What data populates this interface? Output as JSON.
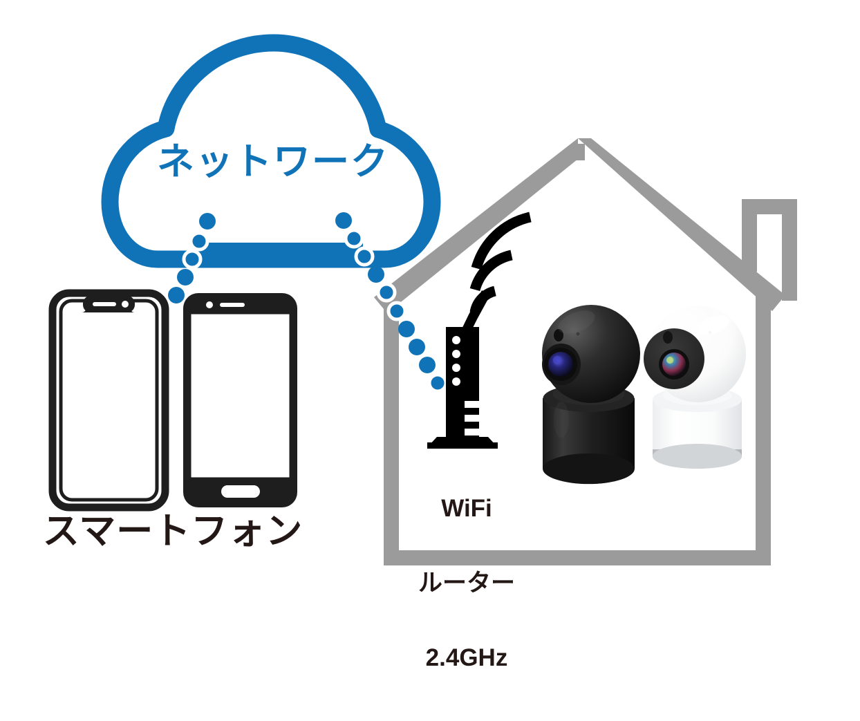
{
  "diagram": {
    "title": "WiFi camera network connection diagram",
    "background_color": "#ffffff"
  },
  "colors": {
    "accent_blue": "#1073b8",
    "house_gray": "#9b9b9b",
    "text_dark": "#231815",
    "device_black": "#1e1e1e"
  },
  "cloud": {
    "label": "ネットワーク",
    "color": "#1073b8",
    "shape": "cloud-outline"
  },
  "house": {
    "name": "house-outline",
    "color": "#9b9b9b",
    "has_chimney": true,
    "has_roof_peak": true
  },
  "router": {
    "label_lines": [
      "WiFi",
      "ルーター",
      "2.4GHz"
    ],
    "line1": "WiFi",
    "line2": "ルーター",
    "line3": "2.4GHz",
    "color": "#231815",
    "icon": "wifi-router-icon",
    "signal_icon": "wifi-signal-icon",
    "led_count": 4,
    "vent_count": 3
  },
  "smartphones": {
    "label": "スマートフォン",
    "color": "#231815",
    "devices": [
      {
        "name": "smartphone-notch",
        "style": "outline",
        "body": "#1e1e1e",
        "screen": "#ffffff",
        "has_notch": true
      },
      {
        "name": "smartphone-bezel",
        "style": "solid",
        "body": "#1e1e1e",
        "screen": "#ffffff",
        "has_home_button": true
      }
    ]
  },
  "cameras": [
    {
      "name": "security-camera-black",
      "color": "#1c1c1c",
      "lens_color": "#2a2a6e",
      "base": "cylinder"
    },
    {
      "name": "security-camera-white",
      "color": "#fdfdfd",
      "face_color": "#2b2b2b",
      "lens_color": "#4a8f4a",
      "base": "cylinder",
      "base_ring": "#c9ccce"
    }
  ],
  "connections": [
    {
      "name": "cloud-to-smartphone-link",
      "style": "dotted",
      "color": "#1073b8",
      "dot_count": 5
    },
    {
      "name": "cloud-to-router-link",
      "style": "dotted",
      "color": "#1073b8",
      "dot_count": 8
    }
  ]
}
